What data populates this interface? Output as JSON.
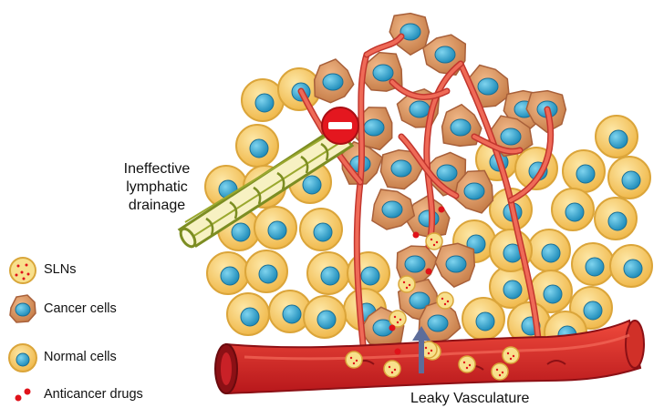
{
  "callout": {
    "line1": "Ineffective",
    "line2": "lymphatic",
    "line3": "drainage"
  },
  "vessel_label": "Leaky Vasculature",
  "legend": {
    "items": [
      {
        "label": "SLNs",
        "icon": "sln-icon"
      },
      {
        "label": "Cancer cells",
        "icon": "cancer-cell-icon"
      },
      {
        "label": "Normal cells",
        "icon": "normal-cell-icon"
      },
      {
        "label": "Anticancer drugs",
        "icon": "drug-dots-icon"
      }
    ]
  },
  "colors": {
    "normal_cell": "#f6c866",
    "normal_cell_edge": "#dba53a",
    "nucleus": "#2aa3cf",
    "cancer_cell": "#d9935c",
    "cancer_edge": "#a8603a",
    "vessel": "#e02a26",
    "vessel_dark": "#a3131a",
    "lymph": "#f7f1c2",
    "lymph_edge": "#7c8d22",
    "sln": "#f8e08c",
    "drug": "#e0121a",
    "blocked": "#e4171f"
  }
}
